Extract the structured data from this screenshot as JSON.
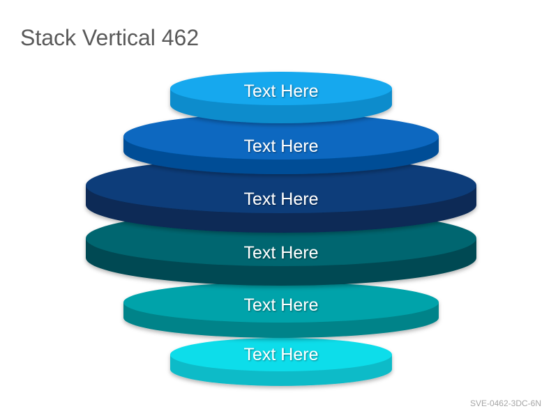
{
  "page": {
    "title": "Stack Vertical 462",
    "footer_code": "SVE-0462-3DC-6N"
  },
  "layers": [
    {
      "label": "Text Here",
      "top_color": "#12A8EE",
      "side_color": "#0C8CCC"
    },
    {
      "label": "Text Here",
      "top_color": "#0767C0",
      "side_color": "#054E96"
    },
    {
      "label": "Text Here",
      "top_color": "#0B3E7A",
      "side_color": "#072A57"
    },
    {
      "label": "Text Here",
      "top_color": "#046670",
      "side_color": "#034A52"
    },
    {
      "label": "Text Here",
      "top_color": "#06A3AA",
      "side_color": "#048389"
    },
    {
      "label": "Text Here",
      "top_color": "#0ADDEA",
      "side_color": "#08BBC8"
    }
  ]
}
